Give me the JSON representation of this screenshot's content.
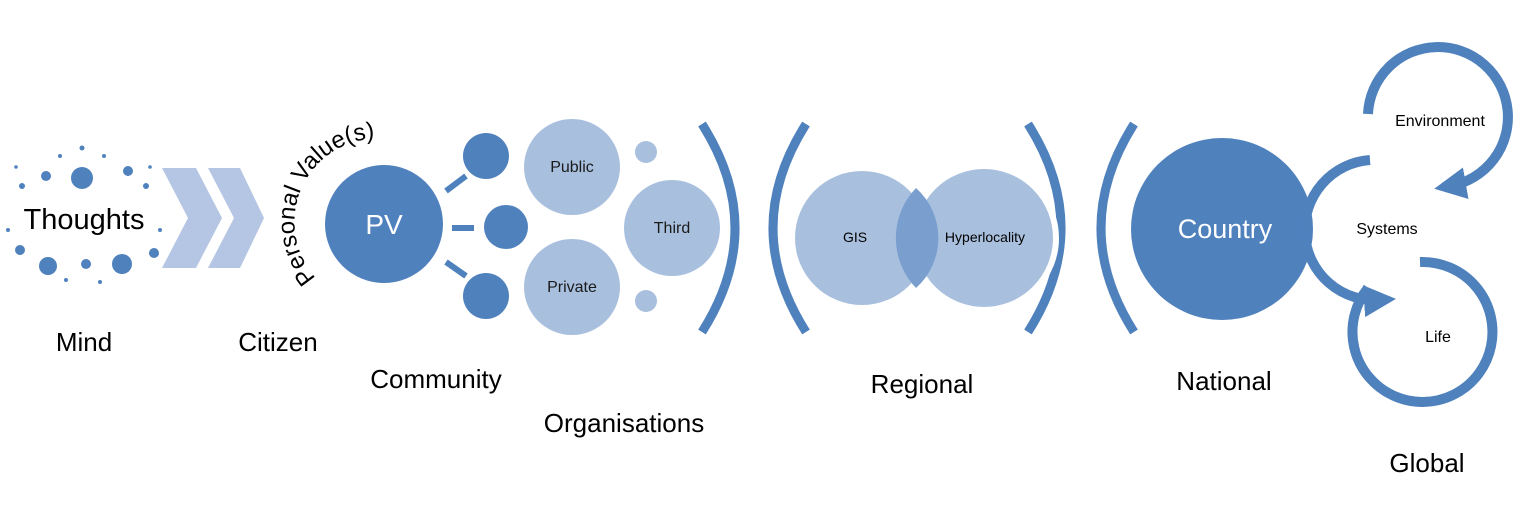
{
  "stages": {
    "mind": "Mind",
    "citizen": "Citizen",
    "community": "Community",
    "organisations": "Organisations",
    "regional": "Regional",
    "national": "National",
    "global": "Global"
  },
  "nodes": {
    "thoughts": "Thoughts",
    "pv": "PV",
    "personal_values": "Personal Value(s)",
    "public": "Public",
    "private": "Private",
    "third": "Third",
    "gis": "GIS",
    "hyperlocality": "Hyperlocality",
    "country": "Country",
    "environment": "Environment",
    "systems": "Systems",
    "life": "Life"
  },
  "colors": {
    "dark": "#4f81bd",
    "light": "#a8c0de",
    "chevron": "#b4c6e3"
  }
}
